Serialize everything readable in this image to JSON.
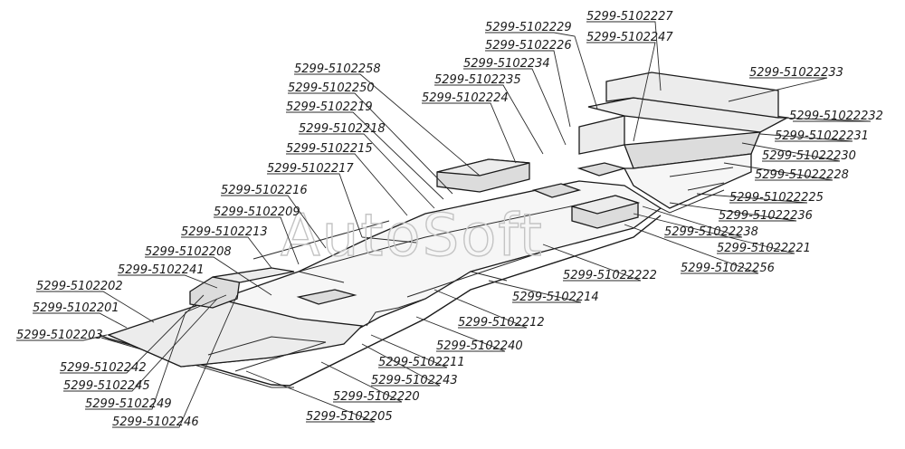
{
  "watermark": "AutoSoft",
  "labels": [
    {
      "id": "l2258",
      "text": "5299-5102258"
    },
    {
      "id": "l2250",
      "text": "5299-5102250"
    },
    {
      "id": "l2219",
      "text": "5299-5102219"
    },
    {
      "id": "l2218",
      "text": "5299-5102218"
    },
    {
      "id": "l2215",
      "text": "5299-5102215"
    },
    {
      "id": "l2217",
      "text": "5299-5102217"
    },
    {
      "id": "l2216",
      "text": "5299-5102216"
    },
    {
      "id": "l2209",
      "text": "5299-5102209"
    },
    {
      "id": "l2213",
      "text": "5299-5102213"
    },
    {
      "id": "l2208",
      "text": "5299-5102208"
    },
    {
      "id": "l2241",
      "text": "5299-5102241"
    },
    {
      "id": "l2202",
      "text": "5299-5102202"
    },
    {
      "id": "l2201",
      "text": "5299-5102201"
    },
    {
      "id": "l2203",
      "text": "5299-5102203"
    },
    {
      "id": "l2242",
      "text": "5299-5102242"
    },
    {
      "id": "l2245",
      "text": "5299-5102245"
    },
    {
      "id": "l2249",
      "text": "5299-5102249"
    },
    {
      "id": "l2246",
      "text": "5299-5102246"
    },
    {
      "id": "l2205",
      "text": "5299-5102205"
    },
    {
      "id": "l2220",
      "text": "5299-5102220"
    },
    {
      "id": "l2243",
      "text": "5299-5102243"
    },
    {
      "id": "l2211",
      "text": "5299-5102211"
    },
    {
      "id": "l2240",
      "text": "5299-5102240"
    },
    {
      "id": "l2212",
      "text": "5299-5102212"
    },
    {
      "id": "l2214",
      "text": "5299-5102214"
    },
    {
      "id": "l2222",
      "text": "5299-51022222"
    },
    {
      "id": "l2256",
      "text": "5299-51022256"
    },
    {
      "id": "l2221",
      "text": "5299-51022221"
    },
    {
      "id": "l2238",
      "text": "5299-51022238"
    },
    {
      "id": "l2236",
      "text": "5299-51022236"
    },
    {
      "id": "l2225",
      "text": "5299-51022225"
    },
    {
      "id": "l2228",
      "text": "5299-51022228"
    },
    {
      "id": "l2230",
      "text": "5299-51022230"
    },
    {
      "id": "l2231",
      "text": "5299-51022231"
    },
    {
      "id": "l2232",
      "text": "5299-51022232"
    },
    {
      "id": "l2233",
      "text": "5299-51022233"
    },
    {
      "id": "l2247",
      "text": "5299-5102247"
    },
    {
      "id": "l2227",
      "text": "5299-5102227"
    },
    {
      "id": "l2229",
      "text": "5299-5102229"
    },
    {
      "id": "l2226",
      "text": "5299-5102226"
    },
    {
      "id": "l2234",
      "text": "5299-5102234"
    },
    {
      "id": "l2235",
      "text": "5299-5102235"
    },
    {
      "id": "l2224",
      "text": "5299-5102224"
    }
  ]
}
